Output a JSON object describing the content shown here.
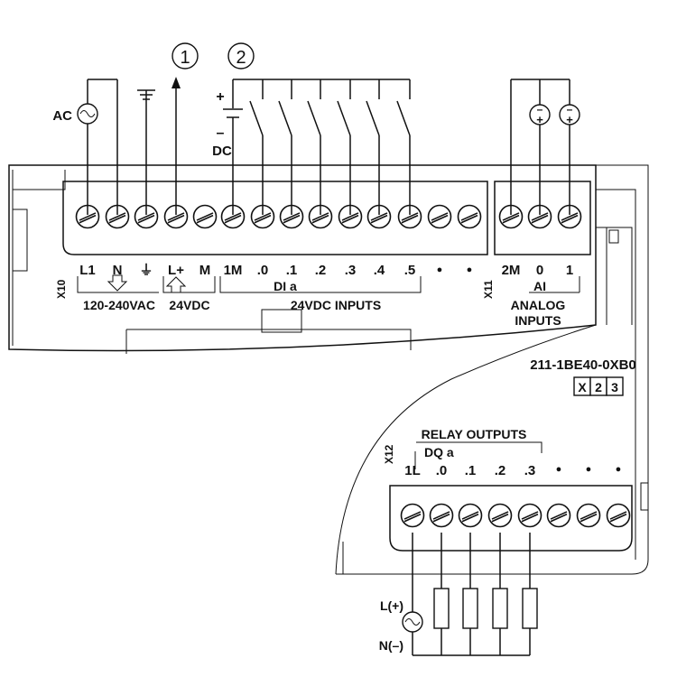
{
  "callouts": [
    "1",
    "2"
  ],
  "supply": {
    "ac_label": "AC",
    "plus": "+",
    "minus": "–",
    "dc_label": "DC"
  },
  "top_connector": {
    "id": "X10",
    "terminals": [
      "L1",
      "N",
      "⏚",
      "L+",
      "M",
      "1M",
      ".0",
      ".1",
      ".2",
      ".3",
      ".4",
      ".5",
      "●",
      "●"
    ],
    "groups": {
      "ac": "120-240VAC",
      "dc": "24VDC",
      "inputs": "24VDC INPUTS",
      "di": "DI a"
    }
  },
  "analog_connector": {
    "id": "X11",
    "terminals": [
      "2M",
      "0",
      "1"
    ],
    "ai": "AI",
    "group_line1": "ANALOG",
    "group_line2": "INPUTS",
    "sensor_plus": "+",
    "sensor_minus": "–"
  },
  "part_number": "211-1BE40-0XB0",
  "version_boxes": [
    "X",
    "2",
    "3"
  ],
  "relay_connector": {
    "id": "X12",
    "title": "RELAY OUTPUTS",
    "dq": "DQ a",
    "terminals": [
      "1L",
      ".0",
      ".1",
      ".2",
      ".3",
      "●",
      "●",
      "●"
    ]
  },
  "load_supply": {
    "plus": "L(+)",
    "minus": "N(–)"
  }
}
